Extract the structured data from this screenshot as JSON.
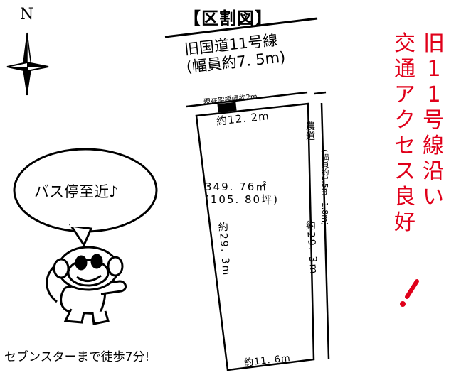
{
  "title": "【区割図】",
  "north": "N",
  "road": {
    "name": "旧国道11号線",
    "width": "(幅員約7. 5m)"
  },
  "bridge_note": "現在架橋幅約2m",
  "lot": {
    "top_length": "約12. 2m",
    "area_m2": "349. 76㎡",
    "area_tsubo": "(105. 80坪)",
    "left_length": "約29. 3m",
    "right_length": "約29. 3m",
    "bottom_length": "約11. 6m"
  },
  "farm_road": {
    "label": "農道",
    "width": "(幅員約1.5m~1.8m)"
  },
  "bubble_text": "バス停至近♪",
  "bottom_note": "セブンスターまで徒歩7分!",
  "red_note": {
    "col1": "交通アクセス良好",
    "col2_num": "旧11",
    "col2": "号線沿い",
    "mark": "!"
  },
  "colors": {
    "accent": "#e0001a",
    "line": "#000000"
  }
}
